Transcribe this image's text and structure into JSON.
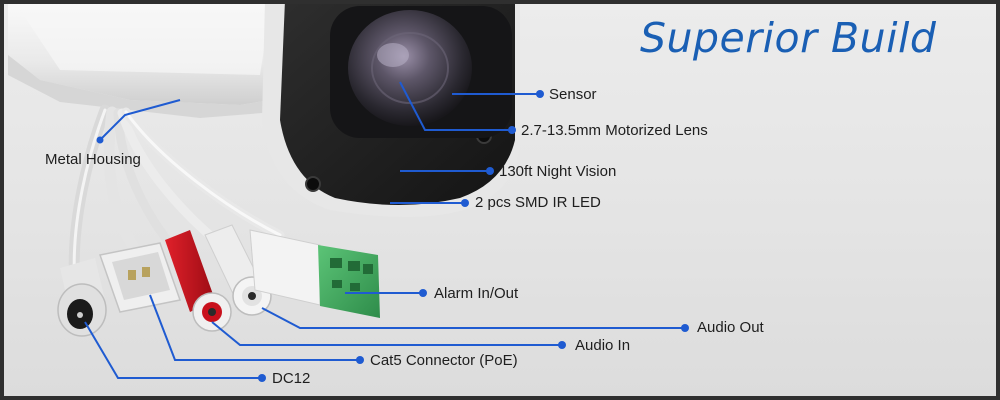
{
  "heading": "Superior Build",
  "colors": {
    "heading": "#1a5fb4",
    "leader_line": "#1f5bd1",
    "body_white": "#f2f2f2",
    "face_black": "#1c1c1c",
    "rca_red": "#c8101c",
    "terminal_green": "#3aa55a"
  },
  "callouts": {
    "sensor": "Sensor",
    "lens": "2.7-13.5mm Motorized Lens",
    "night_vision": "130ft Night Vision",
    "ir_led": "2 pcs SMD IR LED",
    "metal_housing": "Metal Housing",
    "alarm": "Alarm In/Out",
    "audio_out": "Audio Out",
    "audio_in": "Audio In",
    "cat5": "Cat5 Connector (PoE)",
    "dc12": "DC12"
  }
}
